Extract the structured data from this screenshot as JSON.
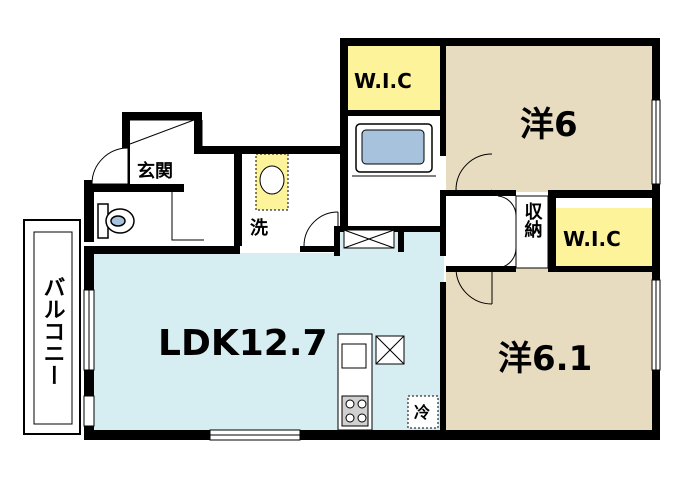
{
  "rooms": {
    "ldk": "LDK12.7",
    "western_1": "洋6",
    "western_2": "洋6.1",
    "wic_1": "W.I.C",
    "wic_2": "W.I.C",
    "entrance": "玄関",
    "washroom": "洗",
    "storage": "収納",
    "fridge": "冷",
    "balcony": "バルコニー"
  },
  "colors": {
    "ldk": "#d6eef2",
    "western": "#e7dbc0",
    "wic": "#fdf39a",
    "wall": "#000000",
    "bath": "#a7c2dd"
  }
}
